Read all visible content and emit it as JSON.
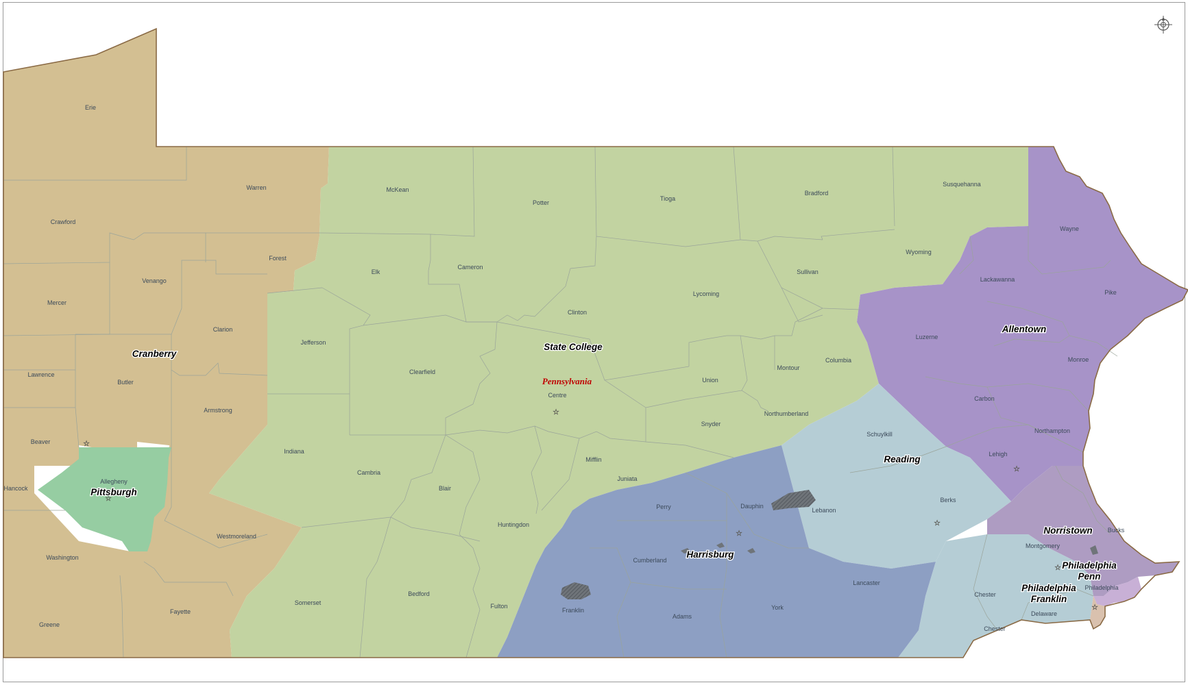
{
  "colors": {
    "cranberry": "#d3bf92",
    "pittsburgh": "#96cda2",
    "state_college": "#c2d3a1",
    "allentown": "#a793c8",
    "reading": "#b5cdd5",
    "harrisburg": "#8d9fc3",
    "norristown": "#ae9cc2",
    "philadelphia_penn": "#c8b0d6",
    "philadelphia_franklin": "#d9c1ae",
    "state_border": "#8a6a45",
    "star": "#ffeb3b"
  },
  "state_label": "Pennsylvania",
  "regions": [
    {
      "id": "cranberry",
      "label": "Cranberry"
    },
    {
      "id": "pittsburgh",
      "label": "Pittsburgh"
    },
    {
      "id": "state-college",
      "label": "State College"
    },
    {
      "id": "allentown",
      "label": "Allentown"
    },
    {
      "id": "reading",
      "label": "Reading"
    },
    {
      "id": "harrisburg",
      "label": "Harrisburg"
    },
    {
      "id": "norristown",
      "label": "Norristown"
    },
    {
      "id": "philadelphia-penn-1",
      "label": "Philadelphia"
    },
    {
      "id": "philadelphia-penn-2",
      "label": "Penn"
    },
    {
      "id": "philadelphia-franklin-1",
      "label": "Philadelphia"
    },
    {
      "id": "philadelphia-franklin-2",
      "label": "Franklin"
    }
  ],
  "counties": [
    "Erie",
    "Warren",
    "Crawford",
    "Forest",
    "Venango",
    "Mercer",
    "Clarion",
    "Lawrence",
    "Butler",
    "Armstrong",
    "Beaver",
    "Hancock",
    "Allegheny",
    "Westmoreland",
    "Washington",
    "Greene",
    "Fayette",
    "McKean",
    "Potter",
    "Tioga",
    "Bradford",
    "Susquehanna",
    "Elk",
    "Cameron",
    "Clinton",
    "Lycoming",
    "Sullivan",
    "Wyoming",
    "Jefferson",
    "Clearfield",
    "Centre",
    "Union",
    "Montour",
    "Columbia",
    "Northumberland",
    "Snyder",
    "Indiana",
    "Cambria",
    "Blair",
    "Mifflin",
    "Juniata",
    "Huntingdon",
    "Somerset",
    "Bedford",
    "Fulton",
    "Wayne",
    "Lackawanna",
    "Pike",
    "Luzerne",
    "Monroe",
    "Carbon",
    "Northampton",
    "Lehigh",
    "Schuylkill",
    "Berks",
    "Perry",
    "Dauphin",
    "Lebanon",
    "Cumberland",
    "Lancaster",
    "Franklin",
    "Adams",
    "York",
    "Chester",
    "Montgomery",
    "Bucks",
    "Delaware",
    "Philadelphia",
    "Chester"
  ]
}
